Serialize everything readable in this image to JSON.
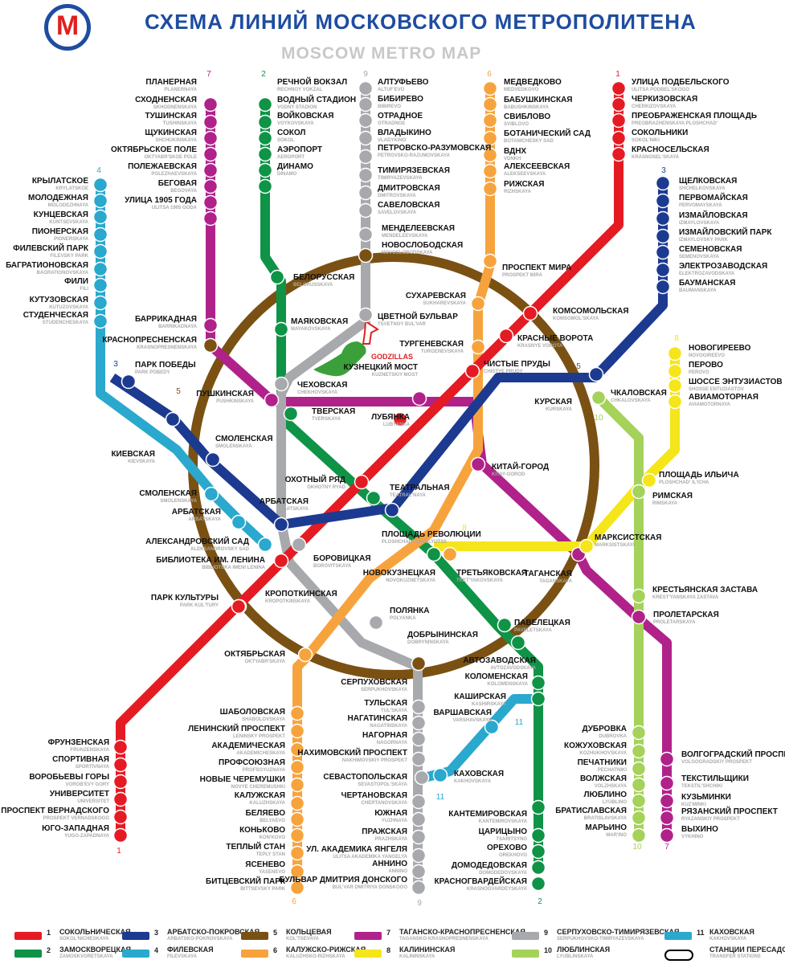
{
  "header": {
    "title_ru": "СХЕМА ЛИНИЙ МОСКОВСКОГО МЕТРОПОЛИТЕНА",
    "title_en": "MOSCOW METRO MAP",
    "logo_letter": "M"
  },
  "godzilla_label": "GODZILLAS",
  "lines": [
    {
      "id": "1",
      "name_ru": "СОКОЛЬНИЧЕСКАЯ",
      "name_en": "SOKOL'NICHESKAYA",
      "color": "#e51b24"
    },
    {
      "id": "2",
      "name_ru": "ЗАМОСКВОРЕЦКАЯ",
      "name_en": "ZAMOSKVORETSKAYA",
      "color": "#0f9347"
    },
    {
      "id": "3",
      "name_ru": "АРБАТСКО-ПОКРОВСКАЯ",
      "name_en": "ARBATSKO-POKROVSKAYA",
      "color": "#1d3a91"
    },
    {
      "id": "4",
      "name_ru": "ФИЛЕВСКАЯ",
      "name_en": "FILEVSKAYA",
      "color": "#2aa8cd"
    },
    {
      "id": "5",
      "name_ru": "КОЛЬЦЕВАЯ",
      "name_en": "KOL'TSEVAYA",
      "color": "#7a5113"
    },
    {
      "id": "6",
      "name_ru": "КАЛУЖСКО-РИЖСКАЯ",
      "name_en": "KALUZHSKO-RIZHSKAYA",
      "color": "#f7a33d"
    },
    {
      "id": "7",
      "name_ru": "ТАГАНСКО-КРАСНОПРЕСНЕНСКАЯ",
      "name_en": "TAGANSKO-KRASNOPRESNENSKAYA",
      "color": "#b0228a"
    },
    {
      "id": "8",
      "name_ru": "КАЛИНИНСКАЯ",
      "name_en": "KALININSKAYA",
      "color": "#f5e51b"
    },
    {
      "id": "9",
      "name_ru": "СЕРПУХОВСКО-ТИМИРЯЗЕВСКАЯ",
      "name_en": "SERPUKHOVSKO-TIMIRYAZEVSKAYA",
      "color": "#a7a9ac"
    },
    {
      "id": "10",
      "name_ru": "ЛЮБЛИНСКАЯ",
      "name_en": "LYUBLINSKAYA",
      "color": "#a5d25a"
    },
    {
      "id": "11",
      "name_ru": "КАХОВСКАЯ",
      "name_en": "KAKHOVSKAYA",
      "color": "#2aa8cd"
    },
    {
      "id": "T",
      "name_ru": "СТАНЦИИ ПЕРЕСАДОК",
      "name_en": "TRANSFER STATIONS",
      "color": "#000000"
    }
  ],
  "line_numbers": [
    {
      "t": "7",
      "line": "7"
    },
    {
      "t": "2",
      "line": "2"
    },
    {
      "t": "9",
      "line": "9"
    },
    {
      "t": "6",
      "line": "6"
    },
    {
      "t": "1",
      "line": "1"
    },
    {
      "t": "4",
      "line": "4"
    },
    {
      "t": "3",
      "line": "3"
    },
    {
      "t": "3",
      "line": "3"
    },
    {
      "t": "8",
      "line": "8"
    },
    {
      "t": "5",
      "line": "5"
    },
    {
      "t": "5",
      "line": "5"
    },
    {
      "t": "10",
      "line": "10"
    },
    {
      "t": "8",
      "line": "8"
    },
    {
      "t": "1",
      "line": "1"
    },
    {
      "t": "6",
      "line": "6"
    },
    {
      "t": "9",
      "line": "9"
    },
    {
      "t": "2",
      "line": "2"
    },
    {
      "t": "11",
      "line": "11"
    },
    {
      "t": "11",
      "line": "11"
    },
    {
      "t": "10",
      "line": "10"
    },
    {
      "t": "7",
      "line": "7"
    }
  ],
  "stations": [
    {
      "ru": "ПЛАНЕРНАЯ",
      "en": "PLANERNAYA",
      "line": "7"
    },
    {
      "ru": "СХОДНЕНСКАЯ",
      "en": "SKHODNENSKAYA",
      "line": "7"
    },
    {
      "ru": "ТУШИНСКАЯ",
      "en": "TUSHINSKAYA",
      "line": "7"
    },
    {
      "ru": "ЩУКИНСКАЯ",
      "en": "SHCHUKINSKAYA",
      "line": "7"
    },
    {
      "ru": "ОКТЯБРЬСКОЕ ПОЛЕ",
      "en": "OKTYABR'SKOE POLE",
      "line": "7"
    },
    {
      "ru": "ПОЛЕЖАЕВСКАЯ",
      "en": "POLEZHAEVSKAYA",
      "line": "7"
    },
    {
      "ru": "БЕГОВАЯ",
      "en": "BEGOVAYA",
      "line": "7"
    },
    {
      "ru": "УЛИЦА 1905 ГОДА",
      "en": "ULITSA 1905 GODA",
      "line": "7"
    },
    {
      "ru": "БАРРИКАДНАЯ",
      "en": "BARRIKADNAYA",
      "line": "7"
    },
    {
      "ru": "ПУШКИНСКАЯ",
      "en": "PUSHKINSKAYA",
      "line": "7"
    },
    {
      "ru": "КИТАЙ-ГОРОД",
      "en": "KITAY-GOROD",
      "line": "7"
    },
    {
      "ru": "ТАГАНСКАЯ",
      "en": "TAGANSKAYA",
      "line": "7"
    },
    {
      "ru": "ПРОЛЕТАРСКАЯ",
      "en": "PROLETARSKAYA",
      "line": "7"
    },
    {
      "ru": "ВОЛГОГРАДСКИЙ ПРОСПЕКТ",
      "en": "VOLGOGRADSKIY PROSPEKT",
      "line": "7"
    },
    {
      "ru": "ТЕКСТИЛЬЩИКИ",
      "en": "TEKSTIL'SHCHIKI",
      "line": "7"
    },
    {
      "ru": "КУЗЬМИНКИ",
      "en": "KUZ'MINKI",
      "line": "7"
    },
    {
      "ru": "РЯЗАНСКИЙ ПРОСПЕКТ",
      "en": "RYAZANSKIY PROSPEKT",
      "line": "7"
    },
    {
      "ru": "ВЫХИНО",
      "en": "VYKHINO",
      "line": "7"
    },
    {
      "ru": "РЕЧНОЙ ВОКЗАЛ",
      "en": "RECHNOY VOKZAL",
      "line": "2"
    },
    {
      "ru": "ВОДНЫЙ СТАДИОН",
      "en": "VODNY STADION",
      "line": "2"
    },
    {
      "ru": "ВОЙКОВСКАЯ",
      "en": "VOYKOVSKAYA",
      "line": "2"
    },
    {
      "ru": "СОКОЛ",
      "en": "SOKOL",
      "line": "2"
    },
    {
      "ru": "АЭРОПОРТ",
      "en": "AEROPORT",
      "line": "2"
    },
    {
      "ru": "ДИНАМО",
      "en": "DINAMO",
      "line": "2"
    },
    {
      "ru": "БЕЛОРУССКАЯ",
      "en": "BELORUSSKAYA",
      "line": "2"
    },
    {
      "ru": "МАЯКОВСКАЯ",
      "en": "MAYAKOVSKAYA",
      "line": "2"
    },
    {
      "ru": "ТВЕРСКАЯ",
      "en": "TVERSKAYA",
      "line": "2"
    },
    {
      "ru": "ТЕАТРАЛЬНАЯ",
      "en": "TEATRAL'NAYA",
      "line": "2"
    },
    {
      "ru": "НОВОКУЗНЕЦКАЯ",
      "en": "NOVOKUZNETSKAYA",
      "line": "2"
    },
    {
      "ru": "ПАВЕЛЕЦКАЯ",
      "en": "PAVELETSKAYA",
      "line": "2"
    },
    {
      "ru": "АВТОЗАВОДСКАЯ",
      "en": "AVTOZAVODSKAYA",
      "line": "2"
    },
    {
      "ru": "КОЛОМЕНСКАЯ",
      "en": "KOLOMENSKAYA",
      "line": "2"
    },
    {
      "ru": "КАШИРСКАЯ",
      "en": "KASHIRSKAYA",
      "line": "2"
    },
    {
      "ru": "КАНТЕМИРОВСКАЯ",
      "en": "KANTEMIROVSKAYA",
      "line": "2"
    },
    {
      "ru": "ЦАРИЦЫНО",
      "en": "TSARITSYNO",
      "line": "2"
    },
    {
      "ru": "ОРЕХОВО",
      "en": "OREKHOVO",
      "line": "2"
    },
    {
      "ru": "ДОМОДЕДОВСКАЯ",
      "en": "DOMODEDOVSKAYA",
      "line": "2"
    },
    {
      "ru": "КРАСНОГВАРДЕЙСКАЯ",
      "en": "KRASNOGVARDEYSKAYA",
      "line": "2"
    },
    {
      "ru": "АЛТУФЬЕВО",
      "en": "ALTUF'EVO",
      "line": "9"
    },
    {
      "ru": "БИБИРЕВО",
      "en": "BIBIREVO",
      "line": "9"
    },
    {
      "ru": "ОТРАДНОЕ",
      "en": "OTRADNOE",
      "line": "9"
    },
    {
      "ru": "ВЛАДЫКИНО",
      "en": "VLADYKINO",
      "line": "9"
    },
    {
      "ru": "ПЕТРОВСКО-РАЗУМОВСКАЯ",
      "en": "PETROVSKO-RAZUMOVSKAYA",
      "line": "9"
    },
    {
      "ru": "ТИМИРЯЗЕВСКАЯ",
      "en": "TIMIRYAZEVSKAYA",
      "line": "9"
    },
    {
      "ru": "ДМИТРОВСКАЯ",
      "en": "DMITROVSKAYA",
      "line": "9"
    },
    {
      "ru": "САВЕЛОВСКАЯ",
      "en": "SAVELOVSKAYA",
      "line": "9"
    },
    {
      "ru": "МЕНДЕЛЕЕВСКАЯ",
      "en": "MENDELEEVSKAYA",
      "line": "9"
    },
    {
      "ru": "ЦВЕТНОЙ БУЛЬВАР",
      "en": "TSVETNOY BUL'VAR",
      "line": "9"
    },
    {
      "ru": "ЧЕХОВСКАЯ",
      "en": "CHEKHOVSKAYA",
      "line": "9"
    },
    {
      "ru": "БОРОВИЦКАЯ",
      "en": "BOROVITSKAYA",
      "line": "9"
    },
    {
      "ru": "ПОЛЯНКА",
      "en": "POLYANKA",
      "line": "9"
    },
    {
      "ru": "СЕРПУХОВСКАЯ",
      "en": "SERPUKHOVSKAYA",
      "line": "9"
    },
    {
      "ru": "ТУЛЬСКАЯ",
      "en": "TUL'SKAYA",
      "line": "9"
    },
    {
      "ru": "НАГАТИНСКАЯ",
      "en": "NAGATINSKAYA",
      "line": "9"
    },
    {
      "ru": "НАГОРНАЯ",
      "en": "NAGORNAYA",
      "line": "9"
    },
    {
      "ru": "НАХИМОВСКИЙ ПРОСПЕКТ",
      "en": "NAKHIMOVSKIY PROSPEKT",
      "line": "9"
    },
    {
      "ru": "СЕВАСТОПОЛЬСКАЯ",
      "en": "SEVASTOPOL'SKAYA",
      "line": "9"
    },
    {
      "ru": "ЧЕРТАНОВСКАЯ",
      "en": "CHERTANOVSKAYA",
      "line": "9"
    },
    {
      "ru": "ЮЖНАЯ",
      "en": "YUZHNAYA",
      "line": "9"
    },
    {
      "ru": "ПРАЖСКАЯ",
      "en": "PRAZHSKAYA",
      "line": "9"
    },
    {
      "ru": "УЛ. АКАДЕМИКА ЯНГЕЛЯ",
      "en": "ULITSA AKADEMIKA YANGELYA",
      "line": "9"
    },
    {
      "ru": "АННИНО",
      "en": "ANNINO",
      "line": "9"
    },
    {
      "ru": "БУЛЬВАР ДМИТРИЯ ДОНСКОГО",
      "en": "BUL'VAR DMITRIYA DONSKOGO",
      "line": "9"
    },
    {
      "ru": "МЕДВЕДКОВО",
      "en": "MEDVEDKOVO",
      "line": "6"
    },
    {
      "ru": "БАБУШКИНСКАЯ",
      "en": "BABUSHKINSKAYA",
      "line": "6"
    },
    {
      "ru": "СВИБЛОВО",
      "en": "SVIBLOVO",
      "line": "6"
    },
    {
      "ru": "БОТАНИЧЕСКИЙ САД",
      "en": "BOTANICHESKY SAD",
      "line": "6"
    },
    {
      "ru": "ВДНХ",
      "en": "VDNKH",
      "line": "6"
    },
    {
      "ru": "АЛЕКСЕЕВСКАЯ",
      "en": "ALEKSEEVSKAYA",
      "line": "6"
    },
    {
      "ru": "РИЖСКАЯ",
      "en": "RIZHSKAYA",
      "line": "6"
    },
    {
      "ru": "ПРОСПЕКТ МИРА",
      "en": "PROSPEKT MIRA",
      "line": "6"
    },
    {
      "ru": "СУХАРЕВСКАЯ",
      "en": "SUKHAREVSKAYA",
      "line": "6"
    },
    {
      "ru": "ТУРГЕНЕВСКАЯ",
      "en": "TURGENEVSKAYA",
      "line": "6"
    },
    {
      "ru": "ТРЕТЬЯКОВСКАЯ",
      "en": "TRET'YAKOVSKAYA",
      "line": "6"
    },
    {
      "ru": "ОКТЯБРЬСКАЯ",
      "en": "OKTYABR'SKAYA",
      "line": "6"
    },
    {
      "ru": "ШАБОЛОВСКАЯ",
      "en": "SHABOLOVSKAYA",
      "line": "6"
    },
    {
      "ru": "ЛЕНИНСКИЙ ПРОСПЕКТ",
      "en": "LENINSKY PROSPEKT",
      "line": "6"
    },
    {
      "ru": "АКАДЕМИЧЕСКАЯ",
      "en": "AKADEMICHESKAYA",
      "line": "6"
    },
    {
      "ru": "ПРОФСОЮЗНАЯ",
      "en": "PROFSOYUZNAYA",
      "line": "6"
    },
    {
      "ru": "НОВЫЕ ЧЕРЕМУШКИ",
      "en": "NOVYE CHEREMUSHKI",
      "line": "6"
    },
    {
      "ru": "КАЛУЖСКАЯ",
      "en": "KALUZHSKAYA",
      "line": "6"
    },
    {
      "ru": "БЕЛЯЕВО",
      "en": "BELYAEVO",
      "line": "6"
    },
    {
      "ru": "КОНЬКОВО",
      "en": "KON'KOVO",
      "line": "6"
    },
    {
      "ru": "ТЕПЛЫЙ СТАН",
      "en": "TEPLY STAN",
      "line": "6"
    },
    {
      "ru": "ЯСЕНЕВО",
      "en": "YASENEVO",
      "line": "6"
    },
    {
      "ru": "БИТЦЕВСКИЙ ПАРК",
      "en": "BITTSEVSKY PARK",
      "line": "6"
    },
    {
      "ru": "УЛИЦА ПОДБЕЛЬСКОГО",
      "en": "ULITSA PODBEL'SKOGO",
      "line": "1"
    },
    {
      "ru": "ЧЕРКИЗОВСКАЯ",
      "en": "CHERKIZOVSKAYA",
      "line": "1"
    },
    {
      "ru": "ПРЕОБРАЖЕНСКАЯ ПЛОЩАДЬ",
      "en": "PREOBRAZHENSKAYA PLOSHCHAD'",
      "line": "1"
    },
    {
      "ru": "СОКОЛЬНИКИ",
      "en": "SOKOL'NIKI",
      "line": "1"
    },
    {
      "ru": "КРАСНОСЕЛЬСКАЯ",
      "en": "KRASNOSEL'SKAYA",
      "line": "1"
    },
    {
      "ru": "КОМСОМОЛЬСКАЯ",
      "en": "KOMSOMOL'SKAYA",
      "line": "1"
    },
    {
      "ru": "КРАСНЫЕ ВОРОТА",
      "en": "KRASNYE VOROTA",
      "line": "1"
    },
    {
      "ru": "ЧИСТЫЕ ПРУДЫ",
      "en": "CHISTYE PRUDY",
      "line": "1"
    },
    {
      "ru": "ЛУБЯНКА",
      "en": "LUBYANKA",
      "line": "1"
    },
    {
      "ru": "ОХОТНЫЙ РЯД",
      "en": "OKHOTNY RYAD",
      "line": "1"
    },
    {
      "ru": "БИБЛИОТЕКА ИМ. ЛЕНИНА",
      "en": "BIBLIOTEKA IMENI LENINA",
      "line": "1"
    },
    {
      "ru": "КРОПОТКИНСКАЯ",
      "en": "KROPOTKINSKAYA",
      "line": "1"
    },
    {
      "ru": "ПАРК КУЛЬТУРЫ",
      "en": "PARK KUL'TURY",
      "line": "1"
    },
    {
      "ru": "ФРУНЗЕНСКАЯ",
      "en": "FRUNZENSKAYA",
      "line": "1"
    },
    {
      "ru": "СПОРТИВНАЯ",
      "en": "SPORTIVNAYA",
      "line": "1"
    },
    {
      "ru": "ВОРОБЬЕВЫ ГОРЫ",
      "en": "VOROB'EVY GORY",
      "line": "1"
    },
    {
      "ru": "УНИВЕРСИТЕТ",
      "en": "UNIVERSITET",
      "line": "1"
    },
    {
      "ru": "ПРОСПЕКТ ВЕРНАДСКОГО",
      "en": "PROSPEKT VERNADSKOGO",
      "line": "1"
    },
    {
      "ru": "ЮГО-ЗАПАДНАЯ",
      "en": "YUGO-ZAPADNAYA",
      "line": "1"
    },
    {
      "ru": "ЩЕЛКОВСКАЯ",
      "en": "SHCHELKOVSKAYA",
      "line": "3"
    },
    {
      "ru": "ПЕРВОМАЙСКАЯ",
      "en": "PERVOMAYSKAYA",
      "line": "3"
    },
    {
      "ru": "ИЗМАЙЛОВСКАЯ",
      "en": "IZMAYLOVSKAYA",
      "line": "3"
    },
    {
      "ru": "ИЗМАЙЛОВСКИЙ ПАРК",
      "en": "IZMAYLOVSKY PARK",
      "line": "3"
    },
    {
      "ru": "СЕМЕНОВСКАЯ",
      "en": "SEMENOVSKAYA",
      "line": "3"
    },
    {
      "ru": "ЭЛЕКТРОЗАВОДСКАЯ",
      "en": "ELEKTROZAVODSKAYA",
      "line": "3"
    },
    {
      "ru": "БАУМАНСКАЯ",
      "en": "BAUMANSKAYA",
      "line": "3"
    },
    {
      "ru": "КУРСКАЯ",
      "en": "KURSKAYA",
      "line": "3"
    },
    {
      "ru": "ПЛОЩАДЬ РЕВОЛЮЦИИ",
      "en": "PLOSHCHAD' REVOLYUTSII",
      "line": "3"
    },
    {
      "ru": "АРБАТСКАЯ",
      "en": "ARBATSKAYA",
      "line": "3"
    },
    {
      "ru": "СМОЛЕНСКАЯ",
      "en": "SMOLENSKAYA",
      "line": "3"
    },
    {
      "ru": "КИЕВСКАЯ",
      "en": "KIEVSKAYA",
      "line": "3"
    },
    {
      "ru": "ПАРК ПОБЕДЫ",
      "en": "PARK POBEDY",
      "line": "3"
    },
    {
      "ru": "КРЫЛАТСКОЕ",
      "en": "KRYLATSKOE",
      "line": "4"
    },
    {
      "ru": "МОЛОДЕЖНАЯ",
      "en": "MOLODEZHNAYA",
      "line": "4"
    },
    {
      "ru": "КУНЦЕВСКАЯ",
      "en": "KUNTSEVSKAYA",
      "line": "4"
    },
    {
      "ru": "ПИОНЕРСКАЯ",
      "en": "PIONERSKAYA",
      "line": "4"
    },
    {
      "ru": "ФИЛЕВСКИЙ ПАРК",
      "en": "FILEVSKY PARK",
      "line": "4"
    },
    {
      "ru": "БАГРАТИОНОВСКАЯ",
      "en": "BAGRATIONOVSKAYA",
      "line": "4"
    },
    {
      "ru": "ФИЛИ",
      "en": "FILI",
      "line": "4"
    },
    {
      "ru": "КУТУЗОВСКАЯ",
      "en": "KUTUZOVSKAYA",
      "line": "4"
    },
    {
      "ru": "СТУДЕНЧЕСКАЯ",
      "en": "STUDENCHESKAYA",
      "line": "4"
    },
    {
      "ru": "СМОЛЕНСКАЯ",
      "en": "SMOLENSKAYA",
      "line": "4"
    },
    {
      "ru": "АРБАТСКАЯ",
      "en": "ARBATSKAYA",
      "line": "4"
    },
    {
      "ru": "АЛЕКСАНДРОВСКИЙ САД",
      "en": "ALEKSANDROVSKY SAD",
      "line": "4"
    },
    {
      "ru": "НОВОСЛОБОДСКАЯ",
      "en": "NOVOSLOBODSKAYA",
      "line": "5"
    },
    {
      "ru": "КРАСНОПРЕСНЕНСКАЯ",
      "en": "KRASNOPRESNENSKAYA",
      "line": "5"
    },
    {
      "ru": "ДОБРЫНИНСКАЯ",
      "en": "DOBRYNINSKAYA",
      "line": "5"
    },
    {
      "ru": "НОВОГИРЕЕВО",
      "en": "NOVOGIREEVO",
      "line": "8"
    },
    {
      "ru": "ПЕРОВО",
      "en": "PEROVO",
      "line": "8"
    },
    {
      "ru": "ШОССЕ ЭНТУЗИАСТОВ",
      "en": "SHOSSE ENTUZIASTOV",
      "line": "8"
    },
    {
      "ru": "АВИАМОТОРНАЯ",
      "en": "AVIAMOTORNAYA",
      "line": "8"
    },
    {
      "ru": "ПЛОЩАДЬ ИЛЬИЧА",
      "en": "PLOSHCHAD' IL'ICHA",
      "line": "8"
    },
    {
      "ru": "МАРКСИСТСКАЯ",
      "en": "MARKSISTSKAYA",
      "line": "8"
    },
    {
      "ru": "ЧКАЛОВСКАЯ",
      "en": "CHKALOVSKAYA",
      "line": "10"
    },
    {
      "ru": "РИМСКАЯ",
      "en": "RIMSKAYA",
      "line": "10"
    },
    {
      "ru": "КРЕСТЬЯНСКАЯ ЗАСТАВА",
      "en": "KREST'YANSKAYA ZASTAVA",
      "line": "10"
    },
    {
      "ru": "ДУБРОВКА",
      "en": "DUBROVKA",
      "line": "10"
    },
    {
      "ru": "КОЖУХОВСКАЯ",
      "en": "KOZHUKHOVSKAYA",
      "line": "10"
    },
    {
      "ru": "ПЕЧАТНИКИ",
      "en": "PECHATNIKI",
      "line": "10"
    },
    {
      "ru": "ВОЛЖСКАЯ",
      "en": "VOLZHSKAYA",
      "line": "10"
    },
    {
      "ru": "ЛЮБЛИНО",
      "en": "LYUBLINO",
      "line": "10"
    },
    {
      "ru": "БРАТИСЛАВСКАЯ",
      "en": "BRATISLAVSKAYA",
      "line": "10"
    },
    {
      "ru": "МАРЬИНО",
      "en": "MAR'INO",
      "line": "10"
    },
    {
      "ru": "ВАРШАВСКАЯ",
      "en": "VARSHAVSKAYA",
      "line": "11"
    },
    {
      "ru": "КАХОВСКАЯ",
      "en": "KAKHOVSKAYA",
      "line": "11"
    },
    {
      "ru": "КУЗНЕЦКИЙ МОСТ",
      "en": "KUZNETSKIY MOST",
      "line": "7"
    }
  ]
}
